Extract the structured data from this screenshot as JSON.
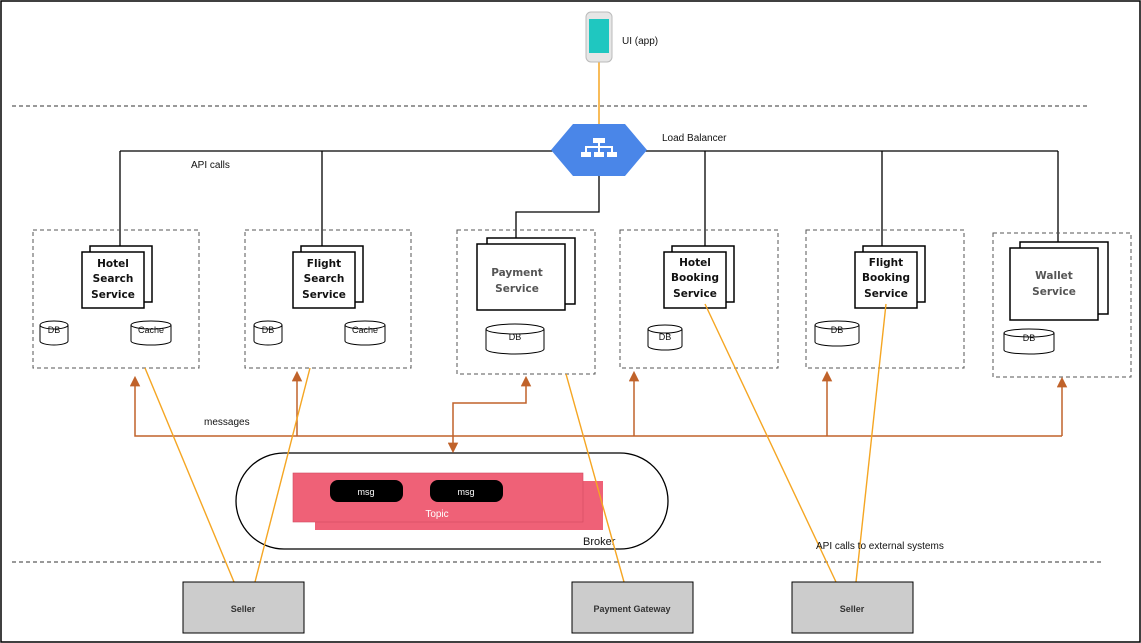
{
  "ui_app": {
    "label": "UI (app)"
  },
  "load_balancer": {
    "label": "Load Balancer",
    "icon": "sitemap-icon"
  },
  "annotations": {
    "api_calls": "API calls",
    "messages": "messages",
    "external": "API calls  to external systems"
  },
  "services": [
    {
      "lines": [
        "Hotel",
        "Search",
        "Service"
      ],
      "stores": [
        "DB",
        "Cache"
      ]
    },
    {
      "lines": [
        "Flight",
        "Search",
        "Service"
      ],
      "stores": [
        "DB",
        "Cache"
      ]
    },
    {
      "lines": [
        "Payment",
        "Service"
      ],
      "stores": [
        "DB"
      ]
    },
    {
      "lines": [
        "Hotel",
        "Booking",
        "Service"
      ],
      "stores": [
        "DB"
      ]
    },
    {
      "lines": [
        "Flight",
        "Booking",
        "Service"
      ],
      "stores": [
        "DB"
      ]
    },
    {
      "lines": [
        "Wallet",
        "Service"
      ],
      "stores": [
        "DB"
      ]
    }
  ],
  "broker": {
    "label": "Broker",
    "topic_label": "Topic",
    "messages": [
      "msg",
      "msg"
    ]
  },
  "external_systems": [
    "Seller",
    "Payment Gateway",
    "Seller"
  ],
  "colors": {
    "orange_line": "#f5a623",
    "message_arrow": "#c0622a",
    "topic": "#ef6177",
    "load_balancer": "#4a86e8",
    "phone_screen": "#1fc7c0",
    "external_box": "#cccccc"
  }
}
